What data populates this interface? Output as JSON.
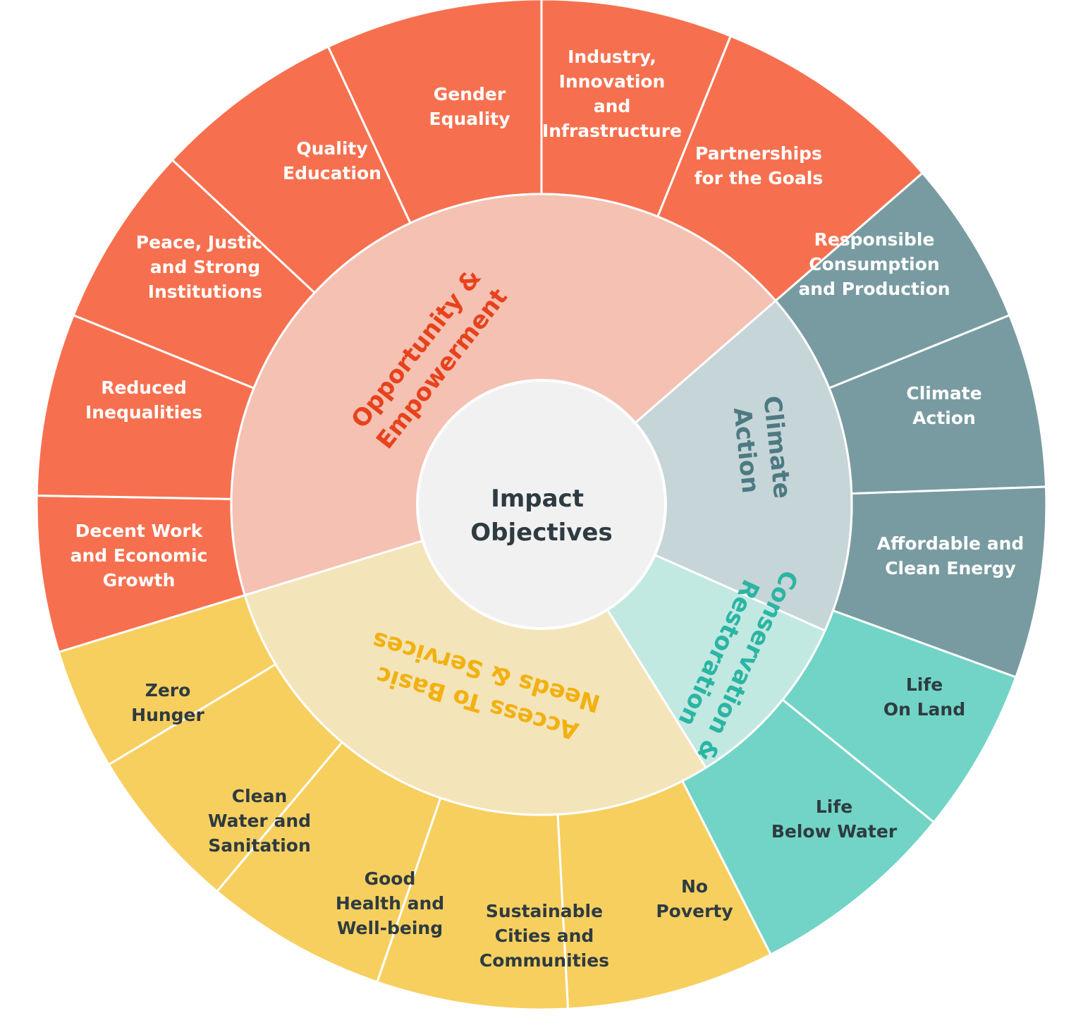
{
  "center": {
    "line1": "Impact",
    "line2": "Objectives"
  },
  "colors": {
    "opportunity_outer": "#f6704f",
    "opportunity_inner": "#f4c1b3",
    "opportunity_text": "#e8421c",
    "climate_outer": "#789ba1",
    "climate_inner": "#c6d5d8",
    "climate_text": "#4d7a82",
    "conservation_outer": "#71d4c6",
    "conservation_inner": "#c2e8e2",
    "conservation_text": "#2bb5a3",
    "access_outer": "#f7cf5f",
    "access_inner": "#f4e4b9",
    "access_text": "#f2b111",
    "center_fill": "#f1f1f1",
    "dark_text": "#2e3b40",
    "white_text": "#ffffff"
  },
  "categories": [
    {
      "id": "opportunity",
      "lines": [
        "Opportunity &",
        "Empowerment"
      ],
      "goals": [
        {
          "lines": [
            "Decent Work",
            "and Economic",
            "Growth"
          ]
        },
        {
          "lines": [
            "Reduced",
            "Inequalities"
          ]
        },
        {
          "lines": [
            "Peace, Justice",
            "and Strong",
            "Institutions"
          ]
        },
        {
          "lines": [
            "Quality",
            "Education"
          ]
        },
        {
          "lines": [
            "Gender",
            "Equality"
          ]
        },
        {
          "lines": [
            "Industry,",
            "Innovation",
            "and",
            "Infrastructure"
          ]
        },
        {
          "lines": [
            "Partnerships",
            "for the Goals"
          ]
        }
      ]
    },
    {
      "id": "climate",
      "lines": [
        "Climate",
        "Action"
      ],
      "goals": [
        {
          "lines": [
            "Responsible",
            "Consumption",
            "and Production"
          ]
        },
        {
          "lines": [
            "Climate",
            "Action"
          ]
        },
        {
          "lines": [
            "Affordable and",
            "Clean Energy"
          ]
        }
      ]
    },
    {
      "id": "conservation",
      "lines": [
        "Conservation &",
        "Restoration"
      ],
      "goals": [
        {
          "lines": [
            "Life",
            "On Land"
          ]
        },
        {
          "lines": [
            "Life",
            "Below Water"
          ]
        }
      ]
    },
    {
      "id": "access",
      "lines": [
        "Access To Basic",
        "Needs & Services"
      ],
      "goals": [
        {
          "lines": [
            "No",
            "Poverty"
          ]
        },
        {
          "lines": [
            "Sustainable",
            "Cities and",
            "Communities"
          ]
        },
        {
          "lines": [
            "Good",
            "Health and",
            "Well-being"
          ]
        },
        {
          "lines": [
            "Clean",
            "Water and",
            "Sanitation"
          ]
        },
        {
          "lines": [
            "Zero",
            "Hunger"
          ]
        }
      ]
    }
  ]
}
